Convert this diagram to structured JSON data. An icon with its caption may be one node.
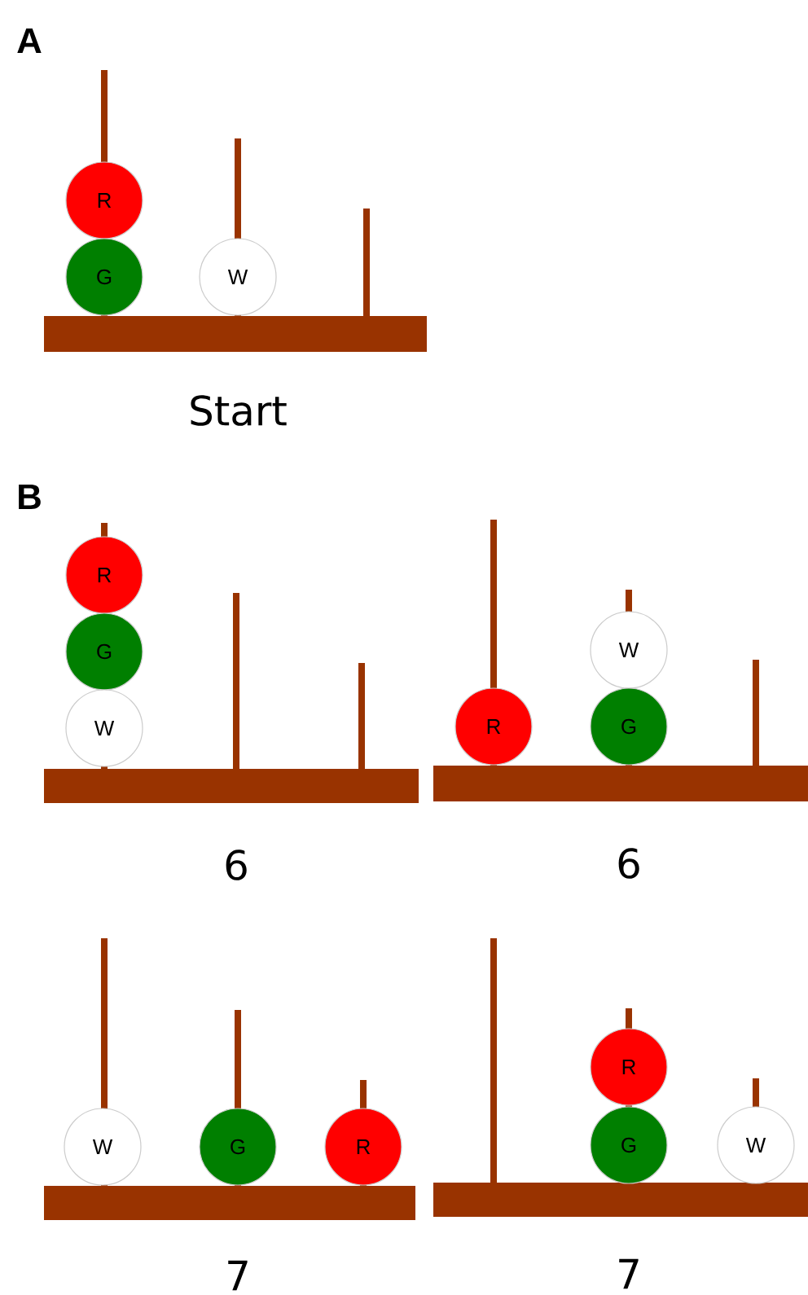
{
  "diagram": {
    "nodes": [
      {
        "text": [
          "R"
        ]
      },
      {
        "text": [
          "G"
        ]
      },
      {
        "text": [
          "W"
        ]
      },
      {
        "text": [
          "R"
        ]
      },
      {
        "text": [
          "G"
        ]
      },
      {
        "text": [
          "W"
        ]
      },
      {
        "text": [
          "W"
        ]
      },
      {
        "text": [
          "R"
        ]
      },
      {
        "text": [
          "G"
        ]
      },
      {
        "text": [
          "W"
        ]
      },
      {
        "text": [
          "G"
        ]
      },
      {
        "text": [
          "R"
        ]
      },
      {
        "text": [
          "R"
        ]
      },
      {
        "text": [
          "G"
        ]
      },
      {
        "text": [
          "W"
        ]
      }
    ],
    "labels": [
      "A",
      "Start",
      "B",
      "6",
      "6",
      "7",
      "7"
    ]
  }
}
